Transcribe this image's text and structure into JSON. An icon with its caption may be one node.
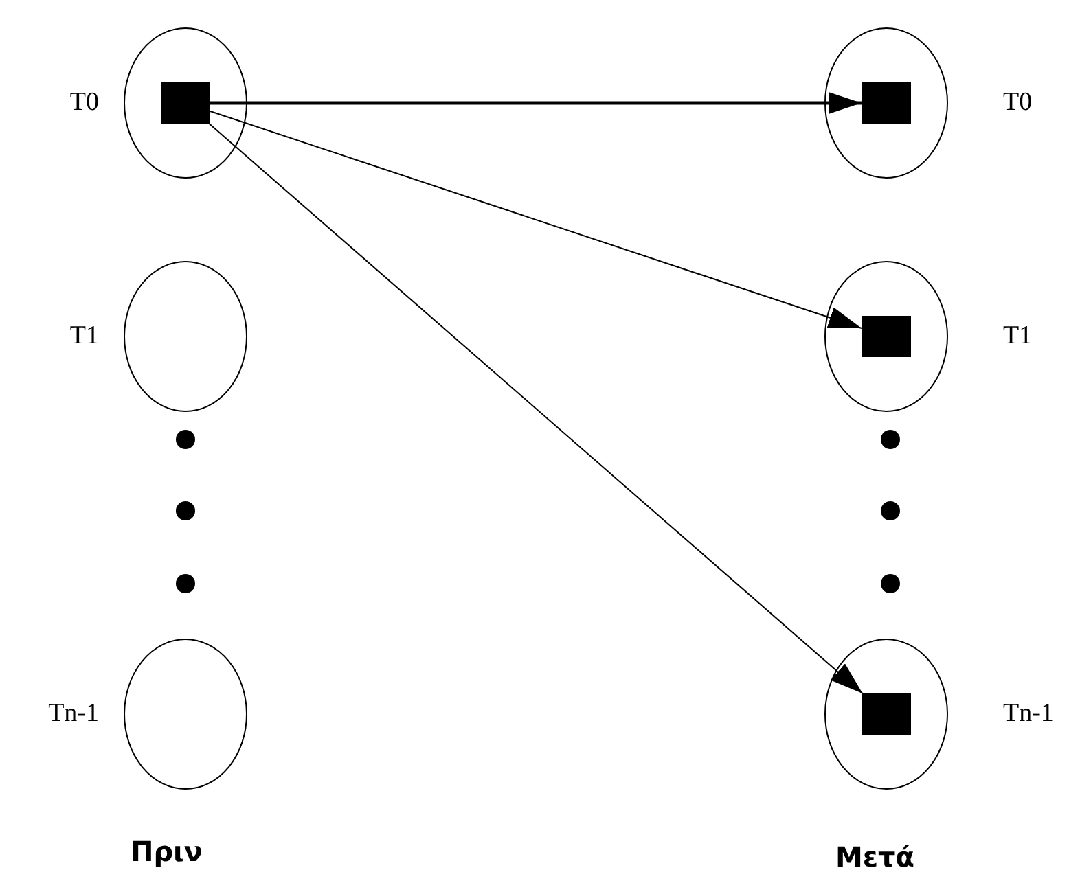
{
  "diagram": {
    "nodes": [
      {
        "text": [],
        "shape": "circle",
        "beside": [
          "T0"
        ]
      },
      {
        "text": [],
        "shape": "box",
        "in": 0
      },
      {
        "text": [],
        "shape": "circle",
        "beside": [
          "T1"
        ]
      },
      {
        "text": [],
        "shape": "circle",
        "beside": [
          "Tn-1"
        ]
      },
      {
        "text": [],
        "shape": "circle",
        "beside": [
          "T0"
        ]
      },
      {
        "text": [],
        "shape": "box",
        "in": 4
      },
      {
        "text": [],
        "shape": "circle",
        "beside": [
          "T1"
        ]
      },
      {
        "text": [],
        "shape": "box",
        "in": 6
      },
      {
        "text": [],
        "shape": "circle",
        "beside": [
          "Tn-1"
        ]
      },
      {
        "text": [],
        "shape": "box",
        "in": 8
      }
    ],
    "edges": [
      {
        "from": 1,
        "to": 5,
        "arrow": "to",
        "style": "thick"
      },
      {
        "from": 1,
        "to": 7,
        "arrow": "to"
      },
      {
        "from": 1,
        "to": 9,
        "arrow": "to"
      }
    ],
    "labels": [
      "Πριν",
      "Μετά"
    ]
  }
}
